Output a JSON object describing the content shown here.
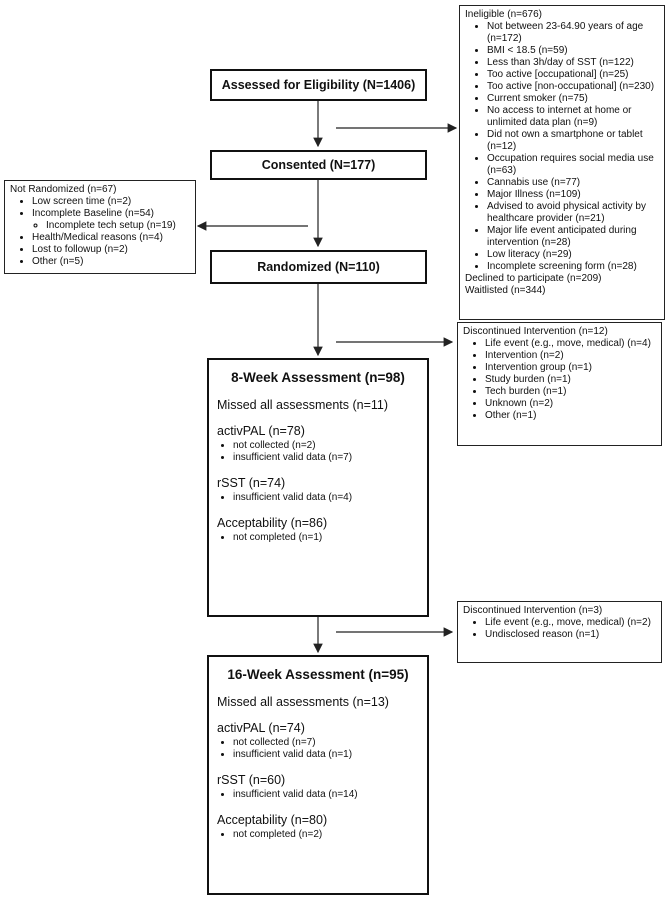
{
  "main": {
    "assessed": "Assessed for Eligibility (N=1406)",
    "consented": "Consented (N=177)",
    "randomized": "Randomized (N=110)"
  },
  "ineligible": {
    "header": "Ineligible (n=676)",
    "items": [
      "Not between 23-64.90 years of age (n=172)",
      "BMI < 18.5 (n=59)",
      "Less than 3h/day of SST (n=122)",
      "Too active [occupational] (n=25)",
      "Too active [non-occupational] (n=230)",
      "Current smoker (n=75)",
      "No access to internet at home or unlimited data plan (n=9)",
      "Did not own a smartphone or tablet (n=12)",
      "Occupation requires social media use (n=63)",
      "Cannabis use (n=77)",
      "Major Illness (n=109)",
      "Advised to avoid physical activity by healthcare provider (n=21)",
      "Major life event anticipated during intervention (n=28)",
      "Low literacy (n=29)",
      "Incomplete screening form (n=28)"
    ],
    "declined": "Declined to participate (n=209)",
    "waitlisted": "Waitlisted (n=344)"
  },
  "not_randomized": {
    "header": "Not Randomized (n=67)",
    "items": [
      "Low screen time (n=2)",
      "Incomplete Baseline (n=54)",
      "Health/Medical reasons (n=4)",
      "Lost to followup (n=2)",
      "Other (n=5)"
    ],
    "subitem": "Incomplete tech setup (n=19)"
  },
  "discontinued1": {
    "header": "Discontinued Intervention (n=12)",
    "items": [
      "Life event (e.g., move, medical) (n=4)",
      "Intervention (n=2)",
      "Intervention group (n=1)",
      "Study burden (n=1)",
      "Tech burden (n=1)",
      "Unknown (n=2)",
      "Other (n=1)"
    ]
  },
  "discontinued2": {
    "header": "Discontinued Intervention (n=3)",
    "items": [
      "Life event (e.g., move, medical) (n=2)",
      "Undisclosed reason (n=1)"
    ]
  },
  "week8": {
    "title": "8-Week Assessment (n=98)",
    "missed": "Missed all assessments (n=11)",
    "activpal": "activPAL (n=78)",
    "activpal_items": [
      "not collected (n=2)",
      "insufficient valid data (n=7)"
    ],
    "rsst": "rSST (n=74)",
    "rsst_items": [
      "insufficient valid data (n=4)"
    ],
    "accept": "Acceptability (n=86)",
    "accept_items": [
      "not completed (n=1)"
    ]
  },
  "week16": {
    "title": "16-Week Assessment (n=95)",
    "missed": "Missed all assessments (n=13)",
    "activpal": "activPAL (n=74)",
    "activpal_items": [
      "not collected (n=7)",
      "insufficient valid data (n=1)"
    ],
    "rsst": "rSST (n=60)",
    "rsst_items": [
      "insufficient valid data (n=14)"
    ],
    "accept": "Acceptability (n=80)",
    "accept_items": [
      "not completed (n=2)"
    ]
  }
}
